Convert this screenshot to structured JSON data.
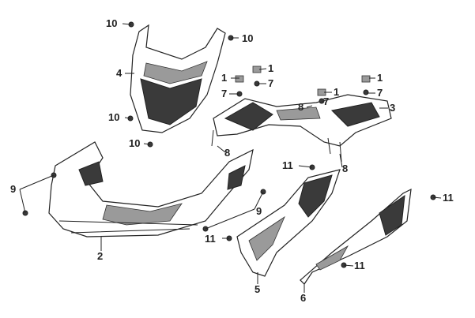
{
  "callouts": [
    {
      "id": "c1",
      "text": "10"
    },
    {
      "id": "c2",
      "text": "10"
    },
    {
      "id": "c3",
      "text": "4"
    },
    {
      "id": "c4",
      "text": "1"
    },
    {
      "id": "c5",
      "text": "7"
    },
    {
      "id": "c6",
      "text": "1"
    },
    {
      "id": "c7",
      "text": "7"
    },
    {
      "id": "c8",
      "text": "1"
    },
    {
      "id": "c9",
      "text": "7"
    },
    {
      "id": "c10",
      "text": "8"
    },
    {
      "id": "c11",
      "text": "1"
    },
    {
      "id": "c12",
      "text": "7"
    },
    {
      "id": "c13",
      "text": "3"
    },
    {
      "id": "c14",
      "text": "10"
    },
    {
      "id": "c15",
      "text": "10"
    },
    {
      "id": "c16",
      "text": "8"
    },
    {
      "id": "c17",
      "text": "11"
    },
    {
      "id": "c18",
      "text": "8"
    },
    {
      "id": "c19",
      "text": "9"
    },
    {
      "id": "c20",
      "text": "9"
    },
    {
      "id": "c21",
      "text": "11"
    },
    {
      "id": "c22",
      "text": "11"
    },
    {
      "id": "c23",
      "text": "2"
    },
    {
      "id": "c24",
      "text": "11"
    },
    {
      "id": "c25",
      "text": "5"
    },
    {
      "id": "c26",
      "text": "6"
    }
  ]
}
